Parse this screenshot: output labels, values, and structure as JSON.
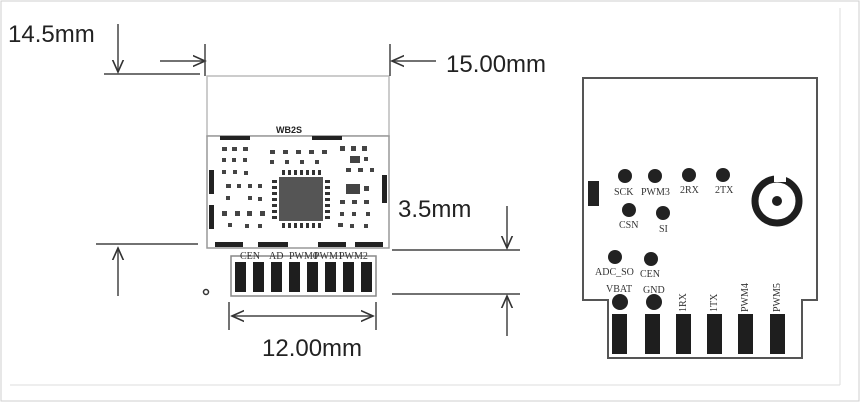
{
  "dimensions": {
    "left_height": "14.5mm",
    "total_height": "15.00mm",
    "connector_height": "3.5mm",
    "connector_width": "12.00mm"
  },
  "front": {
    "chip_label": "WB2S",
    "pin_labels": [
      "CEN",
      "AD",
      "PWM0",
      "PWM1",
      "PWM2"
    ]
  },
  "back": {
    "pad_labels": {
      "sck": "SCK",
      "pwm3": "PWM3",
      "rx2": "2RX",
      "tx2": "2TX",
      "csn": "CSN",
      "si": "SI",
      "adc_so": "ADC_SO",
      "cen": "CEN",
      "vbat": "VBAT",
      "gnd": "GND"
    },
    "edge_labels": [
      "1RX",
      "1TX",
      "PWM4",
      "PWM5"
    ]
  }
}
